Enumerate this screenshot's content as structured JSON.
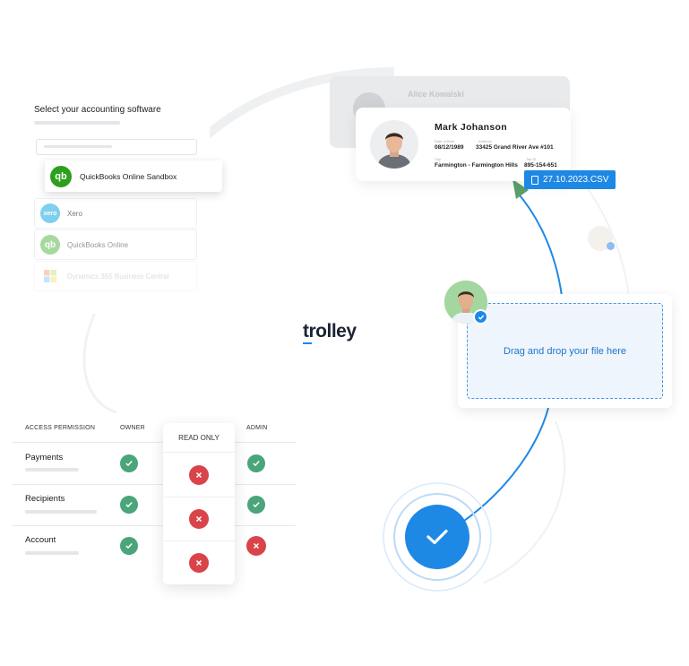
{
  "accounting": {
    "title": "Select your accounting software",
    "selected": {
      "label": "QuickBooks Online Sandbox",
      "icon": "quickbooks-icon",
      "logo_text": "qb"
    },
    "options": [
      {
        "label": "Xero",
        "icon": "xero-icon",
        "logo_text": "xero",
        "color": "#13b5ea"
      },
      {
        "label": "QuickBooks Online",
        "icon": "quickbooks-icon",
        "logo_text": "qb",
        "color": "#2ca01c"
      },
      {
        "label": "Dynamics 365 Business Central",
        "icon": "microsoft-icon",
        "logo_text": "",
        "color": "#f25022"
      }
    ]
  },
  "recipients": {
    "ghost_name": "Alice Kowalski",
    "person": {
      "name": "Mark Johanson",
      "dob_label": "Date of Birth",
      "dob": "08/12/1989",
      "address_label": "Address",
      "address": "33425 Grand River Ave #101",
      "city_label": "City",
      "city": "Farmington - Farmington Hills",
      "tax_label": "Tax ID",
      "tax": "895-154-651"
    },
    "csv_file": "27.10.2023.CSV"
  },
  "upload": {
    "drop_text": "Drag and drop your file here"
  },
  "logo": {
    "text": "trolley"
  },
  "permissions": {
    "header_permission": "ACCESS PERMISSION",
    "header_owner": "OWNER",
    "header_readonly": "READ ONLY",
    "header_admin": "ADMIN",
    "rows": [
      {
        "label": "Payments",
        "owner": true,
        "read_only": false,
        "admin": true
      },
      {
        "label": "Recipients",
        "owner": true,
        "read_only": false,
        "admin": true
      },
      {
        "label": "Account",
        "owner": true,
        "read_only": false,
        "admin": false
      }
    ]
  },
  "colors": {
    "accent": "#1e88e5",
    "allow": "#4aa57a",
    "deny": "#d9444b",
    "quickbooks": "#2ca01c"
  }
}
